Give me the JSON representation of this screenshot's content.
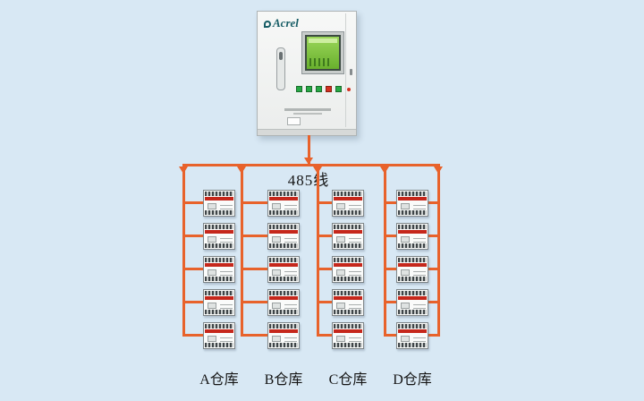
{
  "page": {
    "background_color": "#d8e8f4"
  },
  "cabinet": {
    "brand": "Acrel",
    "screen_color": "#79c43c",
    "buttons": [
      "green",
      "green",
      "green",
      "red",
      "green"
    ]
  },
  "bus": {
    "label": "485线",
    "line_color": "#e8622b"
  },
  "columns": [
    {
      "id": "a",
      "label": "A仓库",
      "devices": 5
    },
    {
      "id": "b",
      "label": "B仓库",
      "devices": 5
    },
    {
      "id": "c",
      "label": "C仓库",
      "devices": 5
    },
    {
      "id": "d",
      "label": "D仓库",
      "devices": 5
    }
  ]
}
